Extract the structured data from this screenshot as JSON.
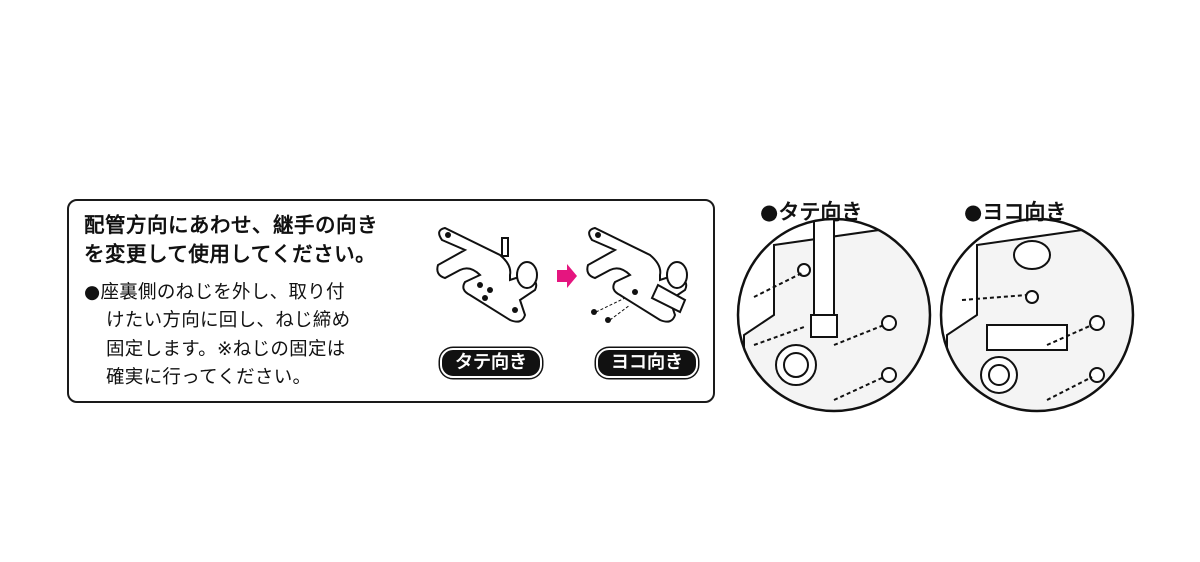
{
  "panel": {
    "title_lines": [
      "配管方向にあわせ、継手の向き",
      "を変更して使用してください。"
    ],
    "body_lines": [
      "●座裏側のねじを外し、取り付",
      "けたい方向に回し、ねじ締め",
      "固定します。※ねじの固定は",
      "確実に行ってください。"
    ],
    "label_vertical": "タテ向き",
    "label_horizontal": "ヨコ向き"
  },
  "details": {
    "vertical_heading": "●タテ向き",
    "horizontal_heading": "●ヨコ向き"
  },
  "colors": {
    "arrow": "#e5157f",
    "line": "#111111"
  }
}
